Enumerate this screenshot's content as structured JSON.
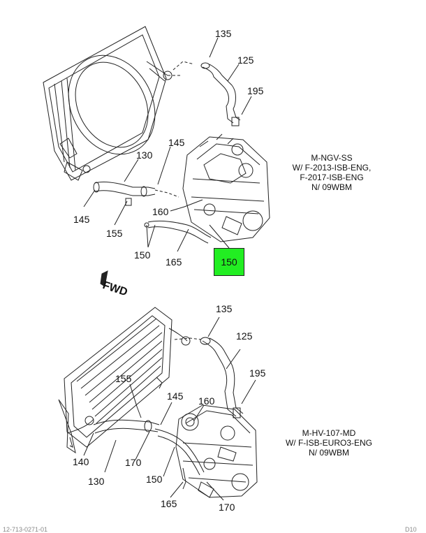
{
  "upper": {
    "callouts": [
      "135",
      "125",
      "195",
      "145",
      "130",
      "145",
      "155",
      "160",
      "150",
      "165"
    ],
    "highlight": "150",
    "note": [
      "M-NGV-SS",
      "W/ F-2013-ISB-ENG,",
      "F-2017-ISB-ENG",
      "N/ 09WBM"
    ]
  },
  "fwd_label": "FWD",
  "lower": {
    "callouts": [
      "135",
      "125",
      "195",
      "155",
      "145",
      "160",
      "140",
      "170",
      "130",
      "150",
      "165",
      "170"
    ],
    "note": [
      "M-HV-107-MD",
      "W/ F-ISB-EURO3-ENG",
      "N/ 09WBM"
    ]
  },
  "footer": {
    "left": "12-713-0271-01",
    "right": "D10"
  }
}
